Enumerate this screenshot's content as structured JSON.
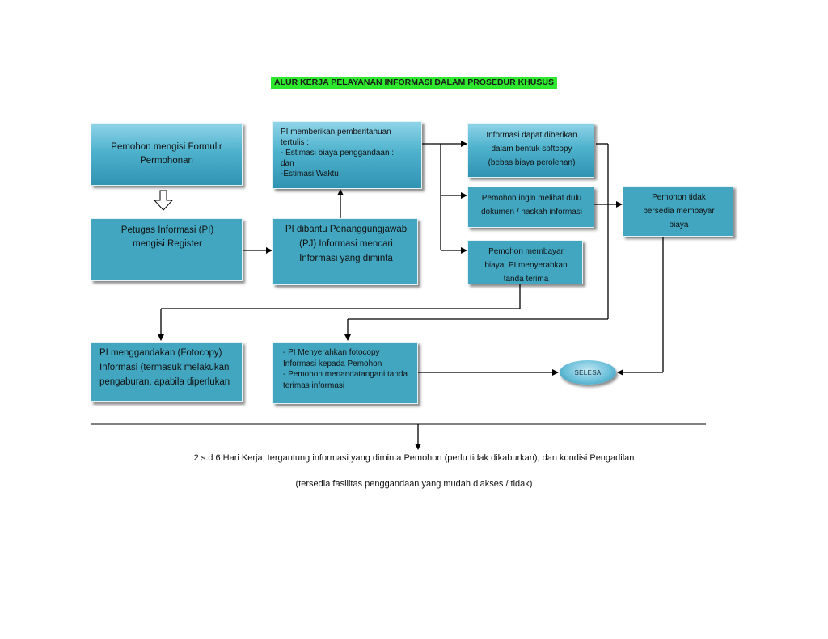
{
  "title": "ALUR KERJA PELAYANAN INFORMASI DALAM PROSEDUR KHUSUS",
  "boxes": {
    "pemohon": "Pemohon mengisi Formulir Permohonan",
    "register": "Petugas Informasi (PI) mengisi Register",
    "dibantu": "PI dibantu Penanggungjawab (PJ) Informasi mencari Informasi yang diminta",
    "pemberitahuan": {
      "line1": "PI memberikan pemberitahuan tertulis :",
      "line2": "- Estimasi biaya penggandaan : dan",
      "line3": "-Estimasi Waktu"
    },
    "softcopy": "Informasi dapat diberikan dalam bentuk softcopy (bebas biaya perolehan)",
    "melihat": "Pemohon ingin melihat dulu dokumen / naskah informasi",
    "membayar": "Pemohon membayar biaya, PI menyerahkan tanda terima",
    "tidak_bersedia": "Pemohon tidak bersedia membayar biaya",
    "menggandakan": "PI menggandakan (Fotocopy) Informasi (termasuk melakukan pengaburan, apabila diperlukan",
    "menyerahkan": {
      "line1": "- PI Menyerahkan fotocopy Informasi kepada Pemohon",
      "line2": "- Pemohon menandatangani tanda terimas informasi"
    },
    "selesa": "SELESA"
  },
  "notes": {
    "line1": "2 s.d 6 Hari Kerja, tergantung informasi yang diminta Pemohon (perlu tidak dikaburkan), dan kondisi Pengadilan",
    "line2": "(tersedia fasilitas penggandaan yang mudah diakses / tidak)"
  }
}
